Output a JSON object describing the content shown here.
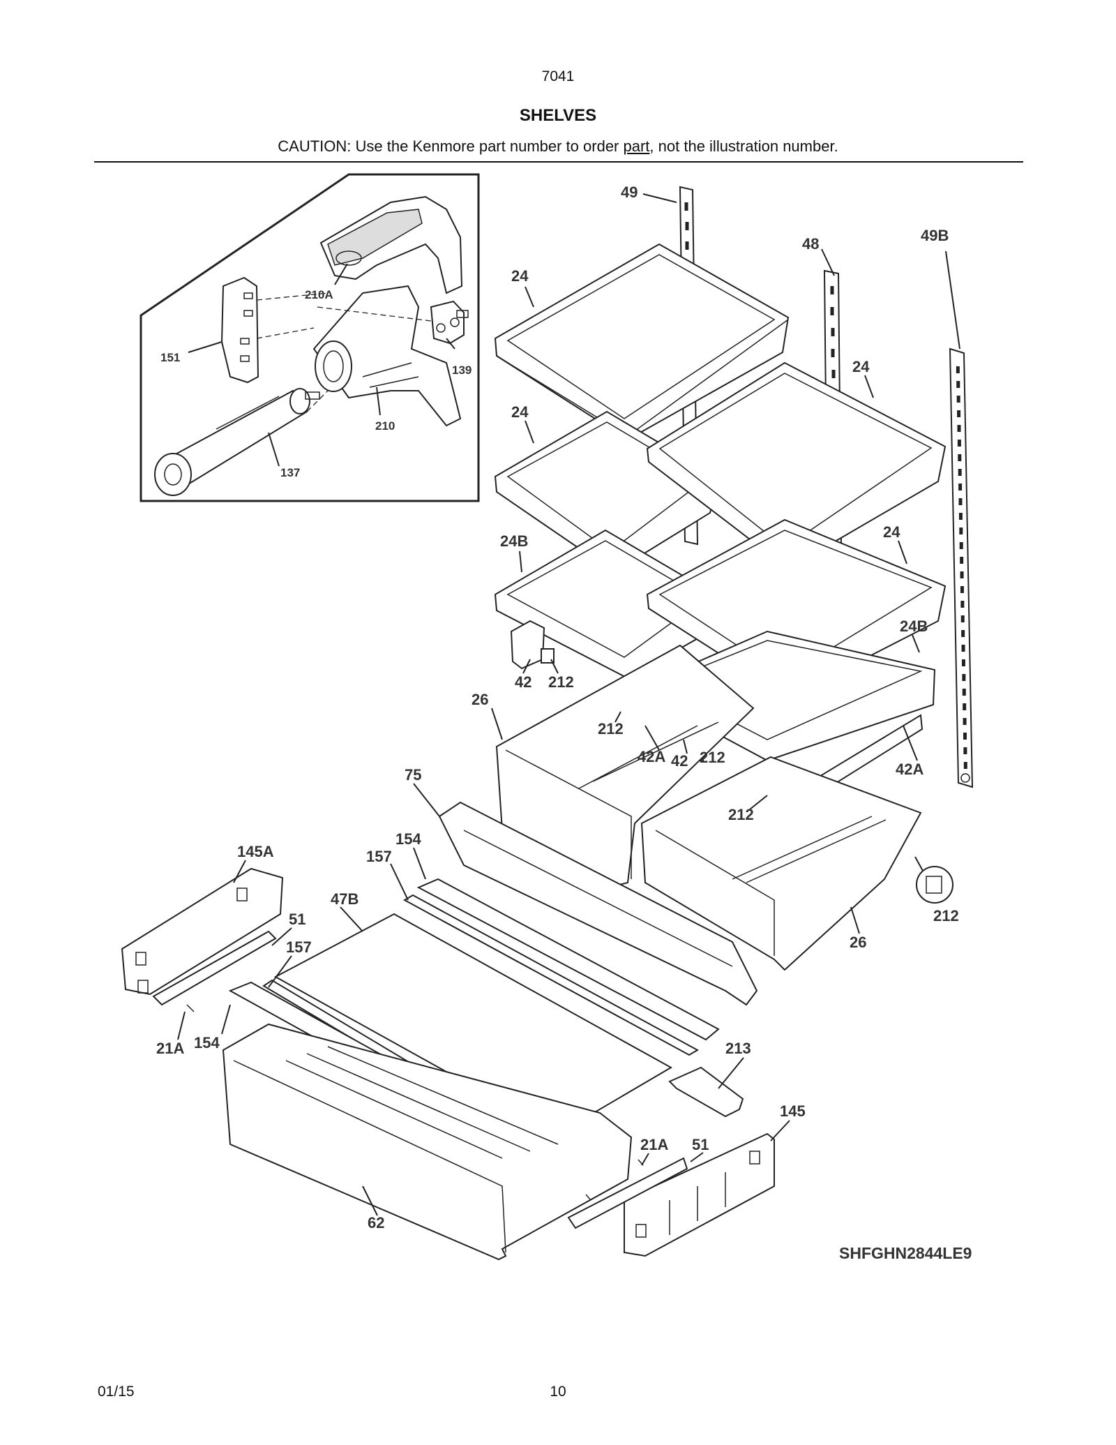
{
  "header": {
    "diagram_number": "7041",
    "title": "SHELVES",
    "caution_prefix": "CAUTION: Use the Kenmore part number to order ",
    "caution_underlined": "part",
    "caution_suffix": ", not the illustration number."
  },
  "inset_callouts": {
    "c210A": "210A",
    "c151": "151",
    "c139": "139",
    "c210": "210",
    "c137": "137"
  },
  "callouts": {
    "c49": "49",
    "c48": "48",
    "c24_a": "24",
    "c49B": "49B",
    "c24_b": "24",
    "c24_c": "24",
    "c24B_a": "24B",
    "c24_d": "24",
    "c24B_b": "24B",
    "c42": "42",
    "c212_a": "212",
    "c26_a": "26",
    "c212_b": "212",
    "c42A_a": "42A",
    "c42_b": "42",
    "c212_c": "212",
    "c42A_b": "42A",
    "c212_d": "212",
    "c75": "75",
    "c145A": "145A",
    "c154_a": "154",
    "c157_a": "157",
    "c47B": "47B",
    "c51_a": "51",
    "c157_b": "157",
    "c212_e": "212",
    "c26_b": "26",
    "c21A_a": "21A",
    "c154_b": "154",
    "c213": "213",
    "c145": "145",
    "c21A_b": "21A",
    "c51_b": "51",
    "c62": "62"
  },
  "model_number": "SHFGHN2844LE9",
  "footer": {
    "date": "01/15",
    "page": "10"
  }
}
